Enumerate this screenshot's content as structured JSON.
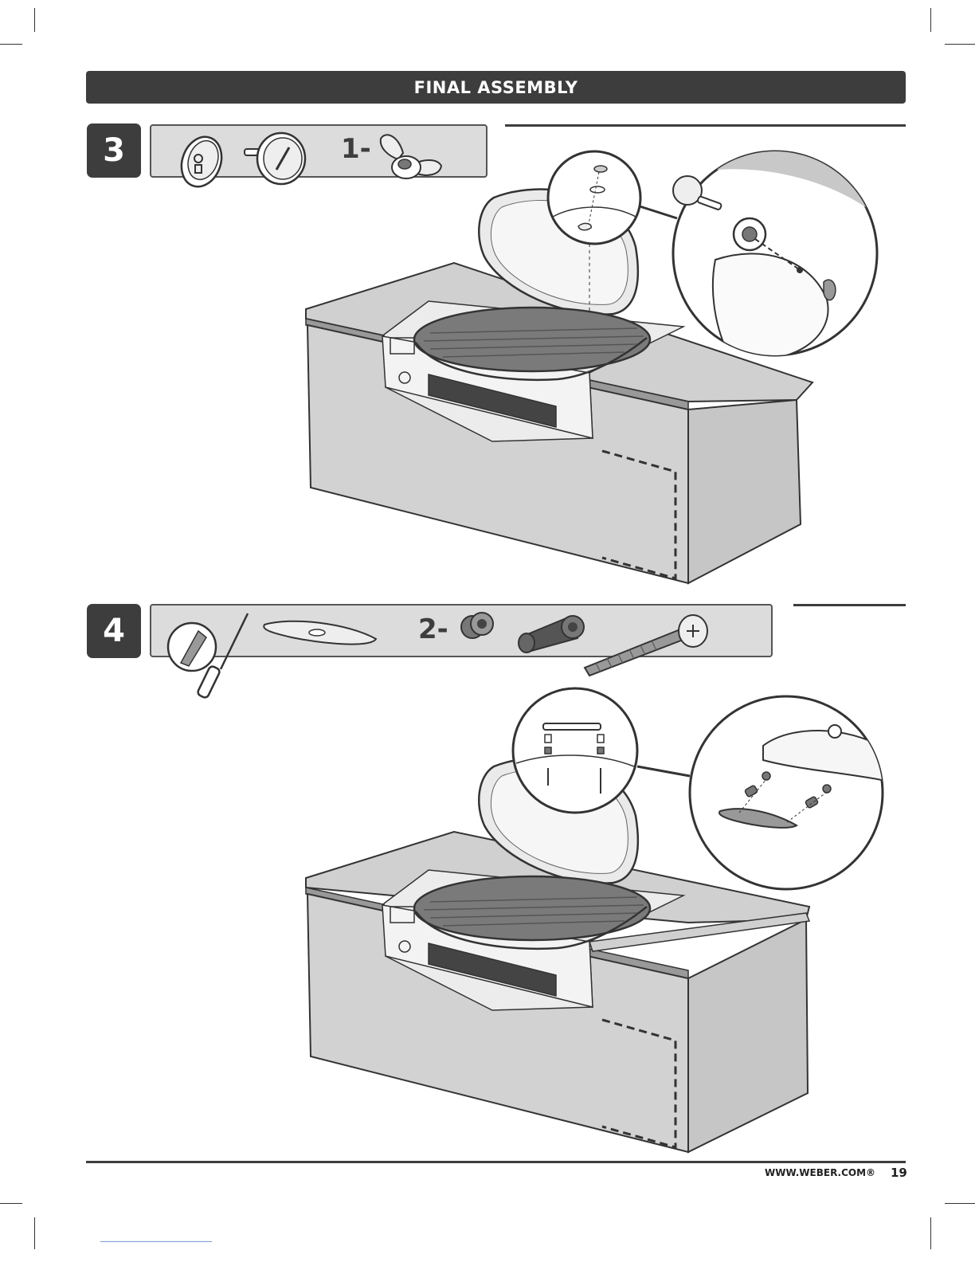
{
  "header": {
    "title": "FINAL ASSEMBLY"
  },
  "steps": [
    {
      "number": "3",
      "quantity_label": "1-"
    },
    {
      "number": "4",
      "quantity_label": "2-"
    }
  ],
  "footer": {
    "website": "WWW.WEBER.COM®",
    "page_number": "19"
  },
  "colors": {
    "accent": "#3d3d3d",
    "parts_box": "#dcdcdc",
    "counter": "#d0d0d0"
  },
  "icons": [
    "damper-icon",
    "thermometer-icon",
    "wing-nut-icon",
    "screwdriver-icon",
    "handle-icon",
    "spacer-icon",
    "bolt-icon",
    "grill-island-illustration",
    "detail-callout-icon"
  ]
}
